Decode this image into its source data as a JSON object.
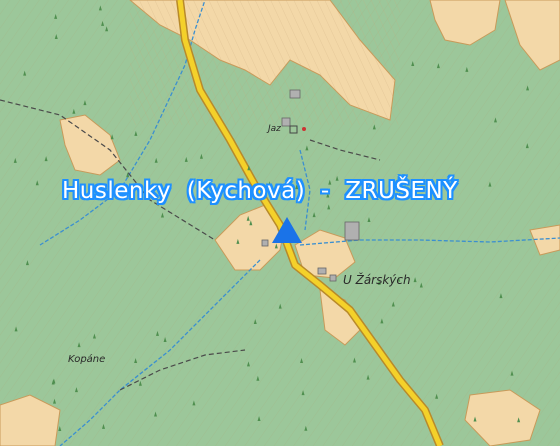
{
  "map": {
    "colors": {
      "forest": "#9cc79a",
      "field": "#f3d8a8",
      "road": "#f4d12a",
      "road_casing": "#b88a2a",
      "stream": "#3b8fd0",
      "contour": "#b89a76",
      "marker": "#1a73e8",
      "title_outline": "#1e90ff"
    },
    "title": {
      "part1": "Huslenky",
      "part2": "(Kychová)",
      "part3": "-",
      "part4": "ZRUŠENÝ"
    },
    "labels": {
      "u_zarskych": "U Žárských",
      "kopane": "Kopáne",
      "jaz": "Jaz"
    },
    "icons": {
      "station_marker": "blue-triangle-marker",
      "church": "chapel-icon"
    }
  }
}
